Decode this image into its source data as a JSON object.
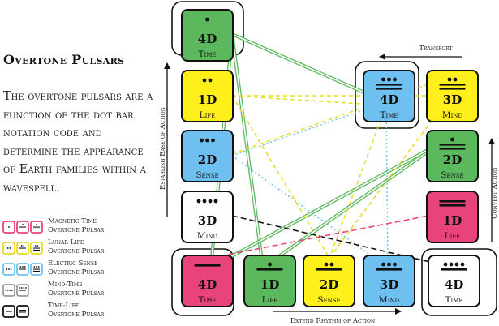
{
  "title": "Overtone Pulsars",
  "description": "The overtone pulsars are a function of the dot bar notation code and determine the appearance of Earth families within a wavespell.",
  "axis_labels": {
    "left": "Establish Base of Action",
    "bottom": "Extend Rhythm of Action",
    "right": "Convert Action",
    "top": "Transport"
  },
  "colors": {
    "green": "#5cb85c",
    "yellow": "#ffef1a",
    "blue": "#6ec0f0",
    "white": "#ffffff",
    "red": "#e8447a",
    "green_line": "#5cb85c",
    "yellow_line": "#e6da1e",
    "blue_line": "#6ec0f0",
    "black_line": "#111111",
    "pink_line": "#e8447a"
  },
  "tiles": [
    {
      "id": "t1",
      "label": "4D",
      "sub": "Time",
      "color": "green",
      "notation": "dots-1"
    },
    {
      "id": "t2",
      "label": "1D",
      "sub": "Life",
      "color": "yellow",
      "notation": "dots-2"
    },
    {
      "id": "t3",
      "label": "2D",
      "sub": "Sense",
      "color": "blue",
      "notation": "dots-3"
    },
    {
      "id": "t4",
      "label": "3D",
      "sub": "Mind",
      "color": "white",
      "notation": "dots-4"
    },
    {
      "id": "t5",
      "label": "4D",
      "sub": "Time",
      "color": "red",
      "notation": "bar-1"
    },
    {
      "id": "t6",
      "label": "1D",
      "sub": "Life",
      "color": "green",
      "notation": "bar-dot-1"
    },
    {
      "id": "t7",
      "label": "2D",
      "sub": "Sense",
      "color": "yellow",
      "notation": "bar-dot-2"
    },
    {
      "id": "t8",
      "label": "3D",
      "sub": "Mind",
      "color": "blue",
      "notation": "bar-dot-3"
    },
    {
      "id": "t9",
      "label": "4D",
      "sub": "Time",
      "color": "white",
      "notation": "bar-dot-4"
    },
    {
      "id": "t10",
      "label": "1D",
      "sub": "Life",
      "color": "red",
      "notation": "bar-2"
    },
    {
      "id": "t11",
      "label": "2D",
      "sub": "Sense",
      "color": "green",
      "notation": "bar-2-dot-1"
    },
    {
      "id": "t12",
      "label": "3D",
      "sub": "Mind",
      "color": "yellow",
      "notation": "bar-2-dot-2"
    },
    {
      "id": "t13",
      "label": "4D",
      "sub": "Time",
      "color": "blue",
      "notation": "bar-2-dot-3"
    }
  ],
  "legend": [
    {
      "line1": "Magnetic Time",
      "line2": "Overtone Pulsar",
      "color": "#e8447a",
      "chips": [
        "dots-1",
        "bar-dot-1",
        "bar-2-dot-1"
      ]
    },
    {
      "line1": "Lunar Life",
      "line2": "Overtone Pulsar",
      "color": "#e6da1e",
      "chips": [
        "dots-2",
        "bar-dot-2",
        "bar-2-dot-2"
      ]
    },
    {
      "line1": "Electric Sense",
      "line2": "Overtone Pulsar",
      "color": "#6ec0f0",
      "chips": [
        "dots-3",
        "bar-dot-3",
        "bar-2-dot-3"
      ]
    },
    {
      "line1": "Mind-Time",
      "line2": "Overtone Pulsar",
      "color": "#999999",
      "chips": [
        "dots-4",
        "bar-dot-4"
      ]
    },
    {
      "line1": "Time-Life",
      "line2": "Overtone Pulsar",
      "color": "#111111",
      "chips": [
        "bar-1",
        "bar-2"
      ]
    }
  ]
}
